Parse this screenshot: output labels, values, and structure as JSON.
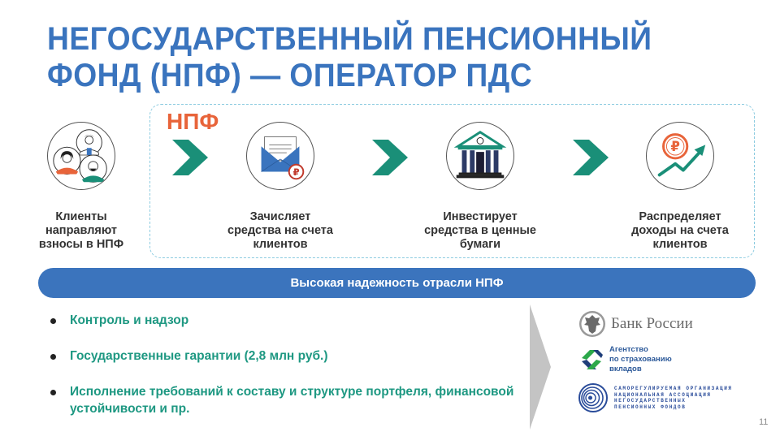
{
  "slide": {
    "title_line1": "НЕГОСУДАРСТВЕННЫЙ ПЕНСИОННЫЙ",
    "title_line2": "ФОНД (НПФ) — ОПЕРАТОР ПДС",
    "npf_label": "НПФ",
    "page_number": "11"
  },
  "flow": {
    "steps": [
      {
        "icon": "clients-people-icon",
        "caption": [
          "Клиенты",
          "направляют",
          "взносы в НПФ"
        ]
      },
      {
        "icon": "envelope-ruble-icon",
        "caption": [
          "Зачисляет",
          "средства на счета",
          "клиентов"
        ]
      },
      {
        "icon": "bank-building-icon",
        "caption": [
          "Инвестирует",
          "средства в ценные",
          "бумаги"
        ]
      },
      {
        "icon": "ruble-growth-icon",
        "caption": [
          "Распределяет",
          "доходы на счета",
          "клиентов"
        ]
      }
    ]
  },
  "banner": {
    "label": "Высокая надежность отрасли НПФ"
  },
  "bullets": [
    {
      "text": "Контроль и надзор"
    },
    {
      "text": "Государственные гарантии (2,8 млн руб.)"
    },
    {
      "text": "Исполнение требований к составу и структуре портфеля, финансовой устойчивости и пр."
    }
  ],
  "logos": {
    "cbr": {
      "name": "Банк России"
    },
    "asv": {
      "line1": "Агентство",
      "line2": "по страхованию",
      "line3": "вкладов"
    },
    "napf": {
      "line1": "САМОРЕГУЛИРУЕМАЯ ОРГАНИЗАЦИЯ",
      "line2": "НАЦИОНАЛЬНАЯ АССОЦИАЦИЯ",
      "line3": "НЕГОСУДАРСТВЕННЫХ",
      "line4": "ПЕНСИОННЫХ ФОНДОВ"
    }
  },
  "colors": {
    "title_blue": "#3a74be",
    "npf_orange": "#e8643a",
    "chevron_teal": "#1a8f78",
    "banner_blue": "#3b74bd",
    "bullet_teal": "#1e9882",
    "dash_border": "#8ccbe0",
    "caption_text": "#333333"
  }
}
